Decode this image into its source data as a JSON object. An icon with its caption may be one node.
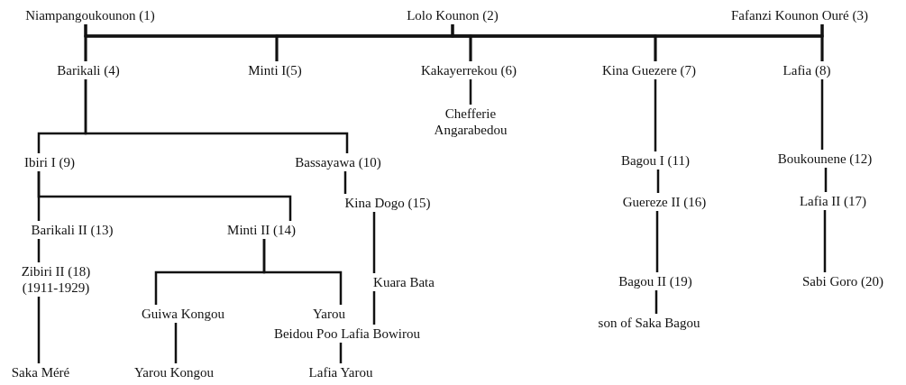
{
  "diagram": {
    "nodes": [
      {
        "text": [
          "Niampangoukounon (1)"
        ]
      },
      {
        "text": [
          "Lolo Kounon (2)"
        ]
      },
      {
        "text": [
          "Fafanzi Kounon Ouré (3)"
        ]
      },
      {
        "text": [
          "Barikali (4)"
        ]
      },
      {
        "text": [
          "Minti I(5)"
        ]
      },
      {
        "text": [
          "Kakayerrekou (6)"
        ]
      },
      {
        "text": [
          "Kina Guezere (7)"
        ]
      },
      {
        "text": [
          "Lafia (8)"
        ]
      },
      {
        "text": [
          "Chefferie Angarabedou"
        ]
      },
      {
        "text": [
          "Ibiri I (9)"
        ]
      },
      {
        "text": [
          "Bassayawa (10)"
        ]
      },
      {
        "text": [
          "Bagou I (11)"
        ]
      },
      {
        "text": [
          "Boukounene (12)"
        ]
      },
      {
        "text": [
          "Kina Dogo (15)"
        ]
      },
      {
        "text": [
          "Guereze II (16)"
        ]
      },
      {
        "text": [
          "Lafia II (17)"
        ]
      },
      {
        "text": [
          "Barikali II (13)"
        ]
      },
      {
        "text": [
          "Minti II (14)"
        ]
      },
      {
        "text": [
          "Zibiri II (18)",
          "(1911-1929)"
        ]
      },
      {
        "text": [
          "Kuara Bata"
        ]
      },
      {
        "text": [
          "Bagou II (19)"
        ]
      },
      {
        "text": [
          "Sabi Goro (20)"
        ]
      },
      {
        "text": [
          "Guiwa Kongou"
        ]
      },
      {
        "text": [
          "Yarou"
        ]
      },
      {
        "text": [
          "Beidou Poo Lafia Bowirou"
        ]
      },
      {
        "text": [
          "son of Saka Bagou"
        ]
      },
      {
        "text": [
          "Saka Méré"
        ]
      },
      {
        "text": [
          "Yarou Kongou"
        ]
      },
      {
        "text": [
          "Lafia Yarou"
        ]
      }
    ],
    "edges": [
      {
        "from": 0,
        "to": 3,
        "arrow": "none"
      },
      {
        "from": 0,
        "to": 4,
        "arrow": "none"
      },
      {
        "from": 0,
        "to": 5,
        "arrow": "none"
      },
      {
        "from": 0,
        "to": 6,
        "arrow": "none"
      },
      {
        "from": 0,
        "to": 7,
        "arrow": "none"
      },
      {
        "from": 1,
        "to": 3,
        "arrow": "none"
      },
      {
        "from": 1,
        "to": 4,
        "arrow": "none"
      },
      {
        "from": 1,
        "to": 5,
        "arrow": "none"
      },
      {
        "from": 1,
        "to": 6,
        "arrow": "none"
      },
      {
        "from": 1,
        "to": 7,
        "arrow": "none"
      },
      {
        "from": 2,
        "to": 3,
        "arrow": "none"
      },
      {
        "from": 2,
        "to": 4,
        "arrow": "none"
      },
      {
        "from": 2,
        "to": 5,
        "arrow": "none"
      },
      {
        "from": 2,
        "to": 6,
        "arrow": "none"
      },
      {
        "from": 2,
        "to": 7,
        "arrow": "none"
      },
      {
        "from": 3,
        "to": 9,
        "arrow": "none"
      },
      {
        "from": 3,
        "to": 10,
        "arrow": "none"
      },
      {
        "from": 5,
        "to": 8,
        "arrow": "none"
      },
      {
        "from": 6,
        "to": 11,
        "arrow": "none"
      },
      {
        "from": 7,
        "to": 12,
        "arrow": "none"
      },
      {
        "from": 9,
        "to": 16,
        "arrow": "none"
      },
      {
        "from": 9,
        "to": 17,
        "arrow": "none"
      },
      {
        "from": 10,
        "to": 13,
        "arrow": "none"
      },
      {
        "from": 11,
        "to": 14,
        "arrow": "none"
      },
      {
        "from": 12,
        "to": 15,
        "arrow": "none"
      },
      {
        "from": 16,
        "to": 18,
        "arrow": "none"
      },
      {
        "from": 17,
        "to": 22,
        "arrow": "none"
      },
      {
        "from": 17,
        "to": 23,
        "arrow": "none"
      },
      {
        "from": 13,
        "to": 19,
        "arrow": "none"
      },
      {
        "from": 14,
        "to": 20,
        "arrow": "none"
      },
      {
        "from": 15,
        "to": 21,
        "arrow": "none"
      },
      {
        "from": 18,
        "to": 26,
        "arrow": "none"
      },
      {
        "from": 22,
        "to": 27,
        "arrow": "none"
      },
      {
        "from": 19,
        "to": 24,
        "arrow": "none"
      },
      {
        "from": 24,
        "to": 28,
        "arrow": "none"
      },
      {
        "from": 20,
        "to": 25,
        "arrow": "none"
      }
    ]
  }
}
